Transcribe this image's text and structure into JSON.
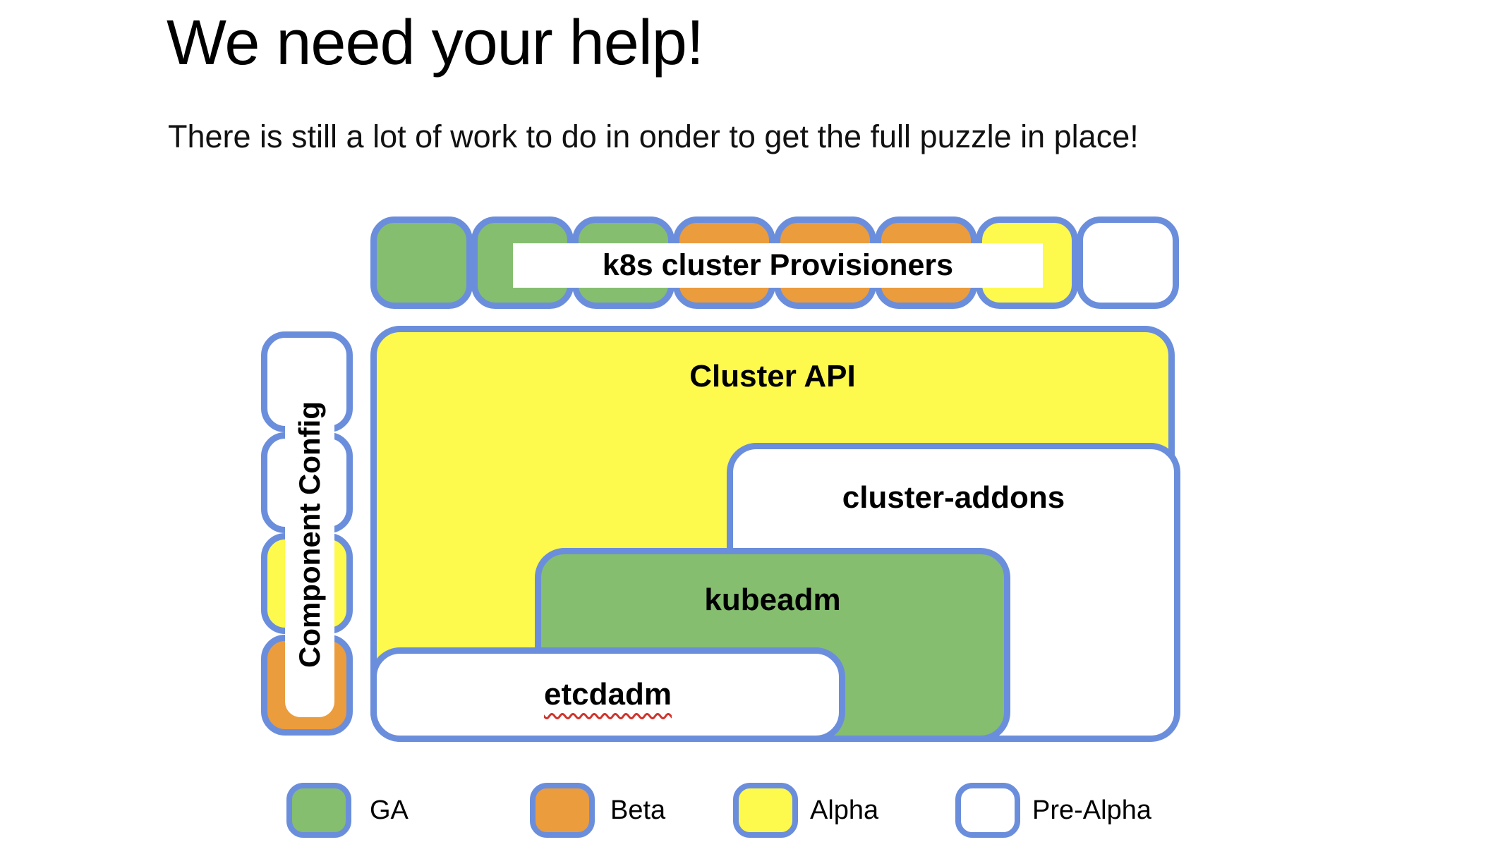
{
  "page": {
    "title": "We need your help!",
    "subtitle": "There is still a lot of work to do in onder to get the full puzzle in place!"
  },
  "colors": {
    "ga_green": "#85BE6F",
    "beta_orange": "#EB9C3C",
    "alpha_yellow": "#FDF94D",
    "pre_alpha_white": "#FFFFFF",
    "border_blue": "#6B8EDC",
    "spellcheck_red": "#D0342C",
    "text_black": "#000000"
  },
  "puzzle": {
    "provisioners_row": {
      "label": "k8s cluster Provisioners",
      "pieces": [
        "ga",
        "ga",
        "ga",
        "beta",
        "beta",
        "beta",
        "alpha",
        "pre_alpha"
      ]
    },
    "component_config": {
      "label": "Component Config",
      "pieces": [
        "pre_alpha",
        "pre_alpha",
        "alpha",
        "beta"
      ]
    },
    "boxes": {
      "cluster_api": {
        "label": "Cluster API",
        "status": "alpha"
      },
      "cluster_addons": {
        "label": "cluster-addons",
        "status": "pre_alpha"
      },
      "kubeadm": {
        "label": "kubeadm",
        "status": "ga"
      },
      "etcdadm": {
        "label": "etcdadm",
        "status": "pre_alpha",
        "spellcheck_underline": true
      }
    }
  },
  "legend": {
    "items": [
      {
        "label": "GA",
        "status": "ga"
      },
      {
        "label": "Beta",
        "status": "beta"
      },
      {
        "label": "Alpha",
        "status": "alpha"
      },
      {
        "label": "Pre-Alpha",
        "status": "pre_alpha"
      }
    ]
  }
}
